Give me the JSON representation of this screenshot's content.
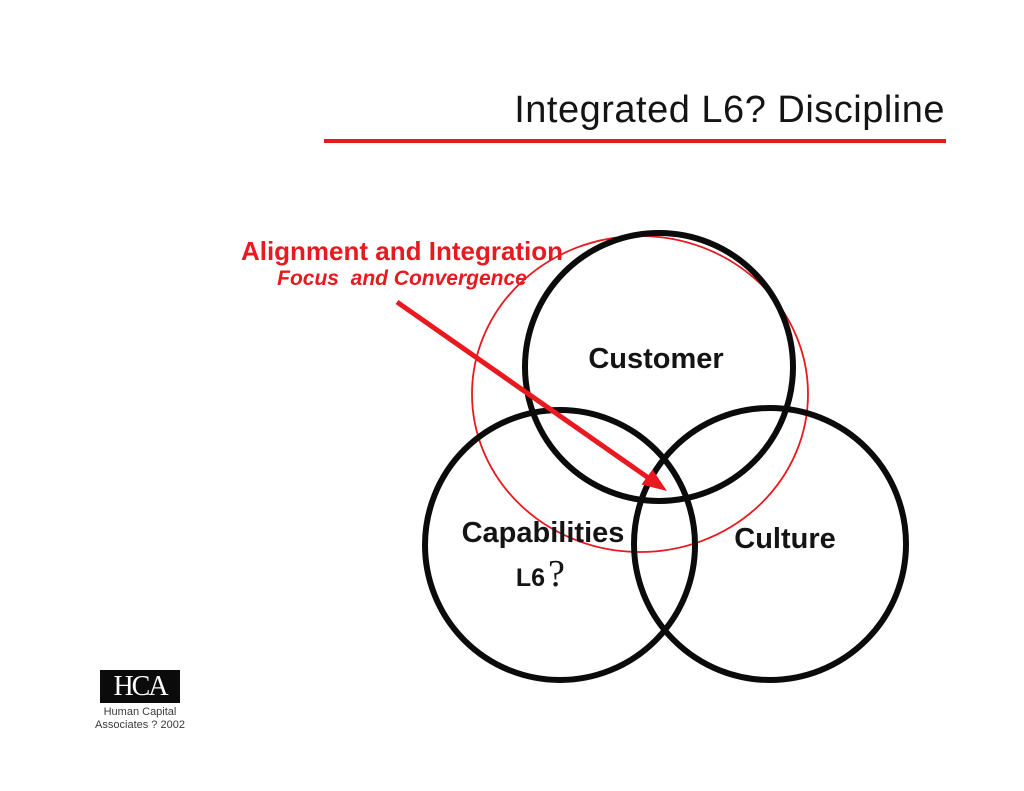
{
  "slide": {
    "title": "Integrated L6? Discipline",
    "background_color": "#ffffff",
    "accent_red": "#e8191f",
    "line_black": "#0b0b0b"
  },
  "annotation": {
    "heading": "Alignment and Integration",
    "subheading": "Focus  and Convergence"
  },
  "venn": {
    "customer_label": "Customer",
    "capabilities_label": "Capabilities",
    "capabilities_sublabel_prefix": "L6",
    "capabilities_sublabel_symbol": "?",
    "culture_label": "Culture"
  },
  "logo": {
    "acronym": "HCA",
    "line1": "Human Capital",
    "line2": "Associates ? 2002"
  }
}
